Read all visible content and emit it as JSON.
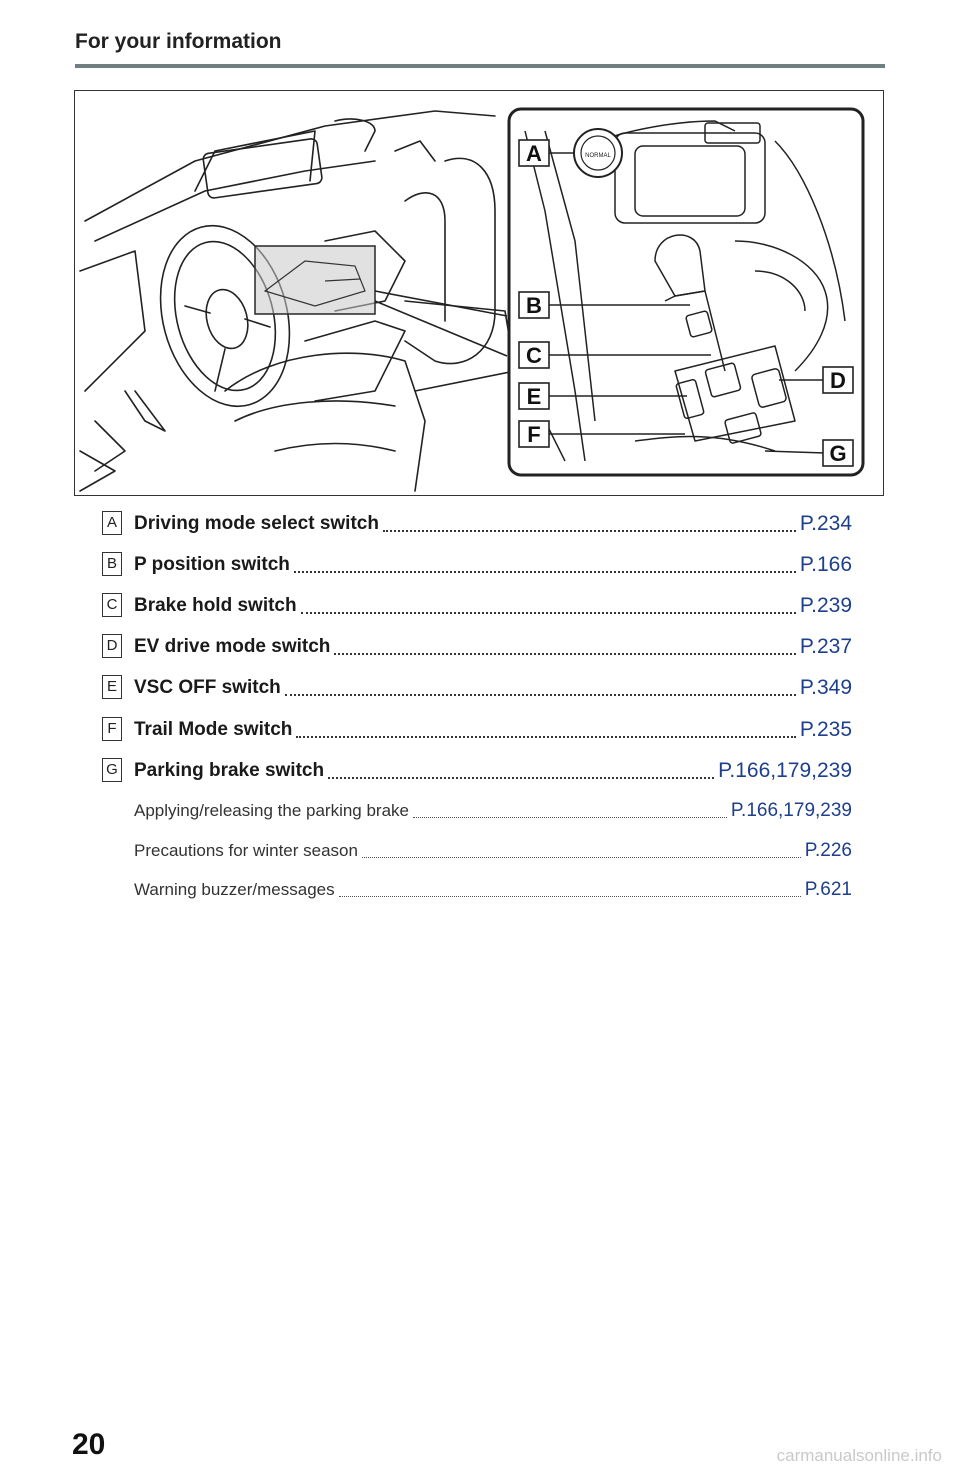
{
  "header": {
    "title": "For your information"
  },
  "figure": {
    "callouts": [
      "A",
      "B",
      "C",
      "D",
      "E",
      "F",
      "G"
    ],
    "dial_text": "NORMAL"
  },
  "items": [
    {
      "key": "A",
      "label": "Driving mode select switch",
      "ref": "P.234"
    },
    {
      "key": "B",
      "label": "P position switch",
      "ref": "P.166"
    },
    {
      "key": "C",
      "label": "Brake hold switch",
      "ref": "P.239"
    },
    {
      "key": "D",
      "label": "EV drive mode switch",
      "ref": "P.237"
    },
    {
      "key": "E",
      "label": "VSC OFF switch",
      "ref": "P.349"
    },
    {
      "key": "F",
      "label": "Trail Mode switch",
      "ref": "P.235"
    },
    {
      "key": "G",
      "label": "Parking brake switch",
      "ref": "P.166,179,239"
    }
  ],
  "subitems": [
    {
      "label": "Applying/releasing the parking brake",
      "ref": "P.166,179,239"
    },
    {
      "label": "Precautions for winter season",
      "ref": "P.226"
    },
    {
      "label": "Warning buzzer/messages",
      "ref": "P.621"
    }
  ],
  "page_number": "20",
  "watermark": "carmanualsonline.info"
}
